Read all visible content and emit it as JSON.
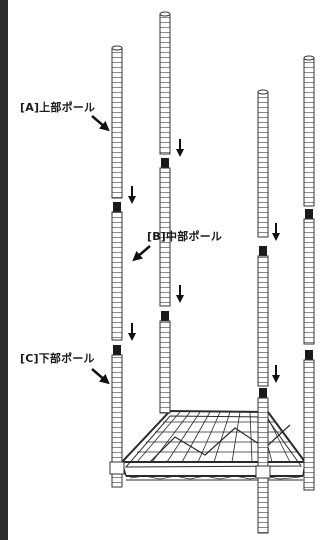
{
  "labels": {
    "upper_pole": "[A]上部ポール",
    "middle_pole": "[B]中部ポール",
    "lower_pole": "[C]下部ポール"
  },
  "icons": {
    "arrow": "arrow-icon",
    "pole": "pole-icon",
    "connector": "sleeve-connector-icon",
    "shelf": "wire-shelf-icon"
  }
}
